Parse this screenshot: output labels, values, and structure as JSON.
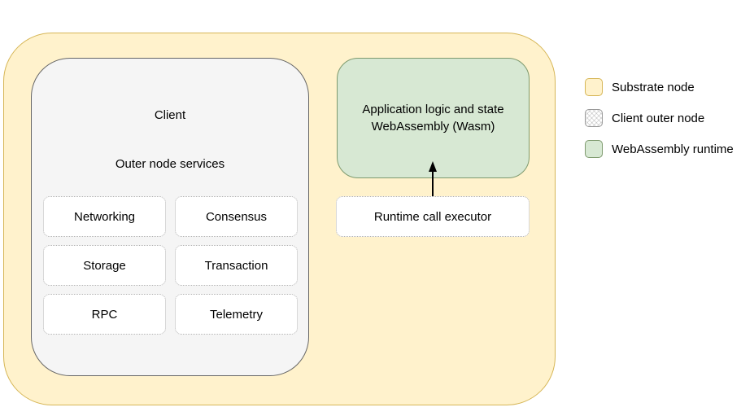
{
  "diagram": {
    "substrate_node": {
      "client": {
        "title": "Client",
        "subtitle": "Outer node services",
        "services": [
          "Networking",
          "Consensus",
          "Storage",
          "Transaction",
          "RPC",
          "Telemetry"
        ]
      },
      "runtime": {
        "line1": "Application logic and state",
        "line2": "WebAssembly (Wasm)"
      },
      "executor": {
        "label": "Runtime call executor"
      }
    },
    "legend": {
      "items": [
        {
          "label": "Substrate node",
          "fill": "#fff2cc",
          "border": "#d6b656",
          "pattern": "solid"
        },
        {
          "label": "Client outer node",
          "fill": "#ffffff",
          "border": "#999999",
          "pattern": "crosshatch"
        },
        {
          "label": "WebAssembly runtime",
          "fill": "#d7e8d3",
          "border": "#7e9a6e",
          "pattern": "solid"
        }
      ]
    },
    "colors": {
      "substrate_fill": "#fff2cc",
      "substrate_border": "#d6b656",
      "client_fill": "#f5f5f5",
      "client_border": "#666666",
      "wasm_fill": "#d7e8d3",
      "wasm_border": "#7e9a6e",
      "service_fill": "#ffffff",
      "service_border_dotted": "#b0b0b0",
      "arrow": "#000000"
    }
  }
}
